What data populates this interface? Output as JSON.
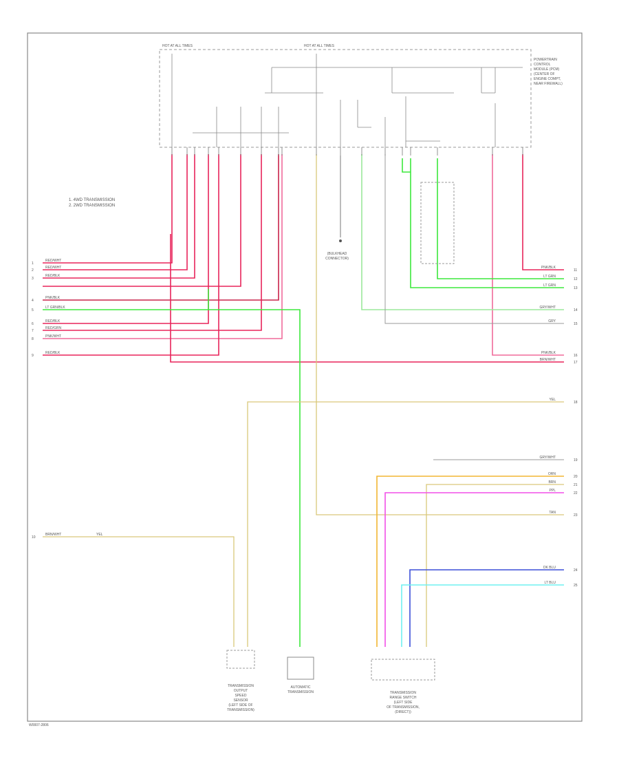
{
  "footer_code": "W0007-2806",
  "module": {
    "top_fuse_a": "HOT AT ALL TIMES",
    "top_fuse_b": "HOT AT ALL TIMES",
    "name_lines": [
      "POWERTRAIN",
      "CONTROL",
      "MODULE (PCM)",
      "(CENTER OF",
      "ENGINE COMPT,",
      "NEAR FIREWALL)"
    ]
  },
  "legend": {
    "lines": [
      "1. 4WD TRANSMISSION",
      "2. 2WD TRANSMISSION"
    ]
  },
  "left_wires": [
    {
      "pin": "1",
      "label": "RED/WHT"
    },
    {
      "pin": "2",
      "label": "RED/WHT"
    },
    {
      "pin": "3",
      "label": "RED/BLK"
    },
    {
      "pin": "4",
      "label": "PNK/BLK"
    },
    {
      "pin": "5",
      "label": "LT GRN/BLK"
    },
    {
      "pin": "6",
      "label": "RED/BLK"
    },
    {
      "pin": "7",
      "label": "RED/GRN"
    },
    {
      "pin": "8",
      "label": "PNK/WHT"
    },
    {
      "pin": "9",
      "label": "RED/BLK"
    },
    {
      "pin": "10",
      "label": "BRN/WHT"
    }
  ],
  "bottom_left_label": "YEL",
  "right_wires": [
    {
      "pin": "11",
      "label": "PNK/BLK"
    },
    {
      "pin": "12",
      "label": "LT GRN"
    },
    {
      "pin": "13",
      "label": "LT GRN"
    },
    {
      "pin": "14",
      "label": "GRY/WHT"
    },
    {
      "pin": "15",
      "label": "GRY"
    },
    {
      "pin": "16",
      "label": "PNK/BLK"
    },
    {
      "pin": "17",
      "label": "BRN/WHT"
    },
    {
      "pin": "18",
      "label": "YEL"
    },
    {
      "pin": "19",
      "label": "GRY/WHT"
    },
    {
      "pin": "20",
      "label": "ORN"
    },
    {
      "pin": "21",
      "label": "BRN"
    },
    {
      "pin": "22",
      "label": "PPL"
    },
    {
      "pin": "23",
      "label": "TAN"
    },
    {
      "pin": "24",
      "label": "DK BLU"
    },
    {
      "pin": "25",
      "label": "LT BLU"
    }
  ],
  "components": {
    "c1": [
      "TRANSMISSION",
      "OUTPUT",
      "SPEED",
      "SENSOR",
      "(LEFT SIDE OF",
      "TRANSMISSION)"
    ],
    "c2": [
      "AUTOMATIC",
      "TRANSMISSION"
    ],
    "c3": [
      "TRANSMISSION",
      "RANGE SWITCH",
      "(LEFT SIDE",
      "OF TRANSMISSION,",
      "(DIRECT))"
    ],
    "c4": [
      "(BULKHEAD",
      "CONNECTOR)"
    ]
  },
  "colors": {
    "red": "#e8235a",
    "pink": "#f06a9a",
    "green": "#3be83b",
    "tan": "#d9c87a",
    "orange": "#f2b632",
    "magenta": "#f24fe8",
    "blue": "#3b4fd9",
    "cyan": "#6ff0f0",
    "gray": "#9a9a9a",
    "frame": "#888888"
  }
}
